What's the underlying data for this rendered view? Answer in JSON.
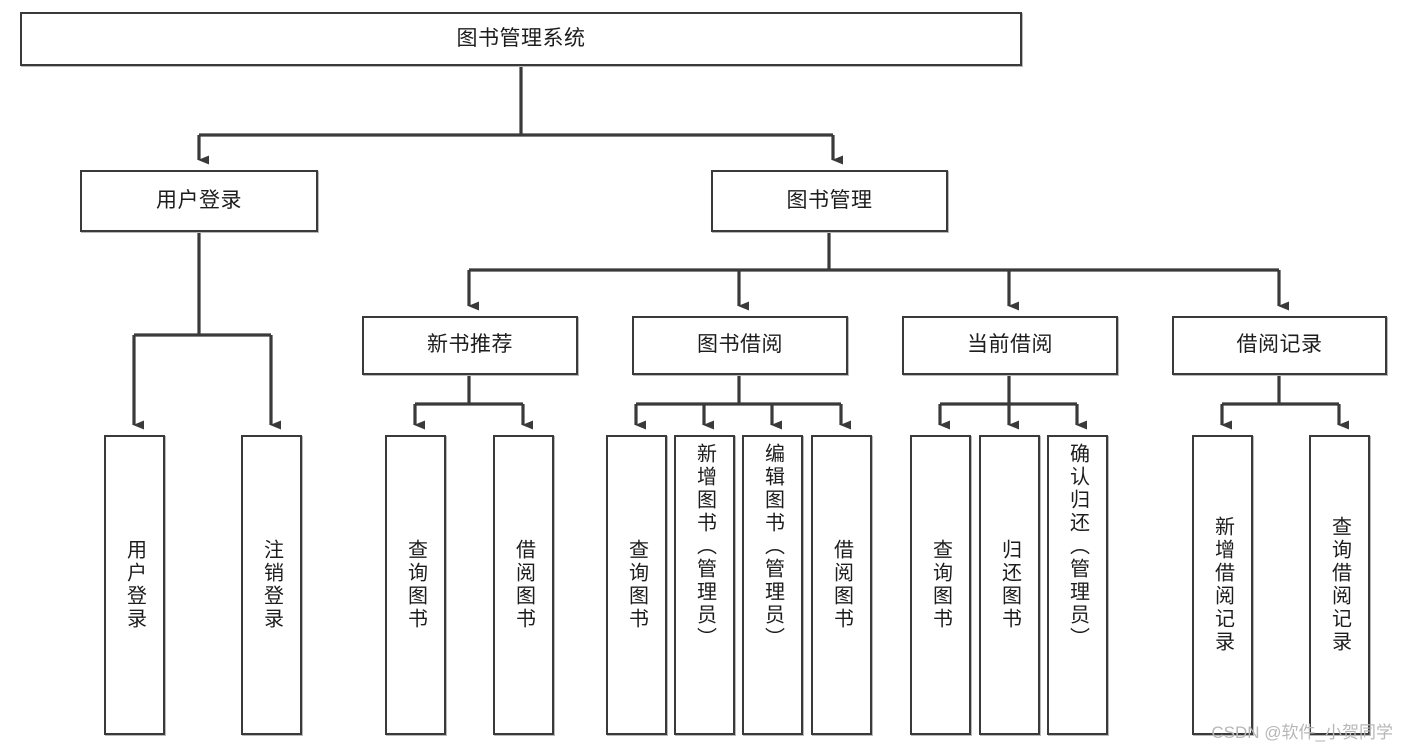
{
  "diagram": {
    "title": "图书管理系统",
    "type": "hierarchy-tree",
    "watermark": "CSDN @软件_小贺同学",
    "colors": {
      "box_border": "#3a3a3a",
      "box_fill": "#ffffff",
      "edge": "#3a3a3a",
      "text": "#1d1d1d",
      "watermark": "#b7b7b7"
    }
  },
  "nodes": {
    "root": {
      "label": "图书管理系统",
      "level": 1
    },
    "level2": [
      {
        "id": "user-login",
        "label": "用户登录"
      },
      {
        "id": "book-manage",
        "label": "图书管理"
      }
    ],
    "level3": [
      {
        "id": "new-book-recommend",
        "label": "新书推荐"
      },
      {
        "id": "book-borrow",
        "label": "图书借阅"
      },
      {
        "id": "current-borrow",
        "label": "当前借阅"
      },
      {
        "id": "borrow-record",
        "label": "借阅记录"
      }
    ],
    "leaves": {
      "user-login": [
        {
          "id": "leaf-user-login",
          "label": "用户登录"
        },
        {
          "id": "leaf-logout-login",
          "label": "注销登录"
        }
      ],
      "new-book-recommend": [
        {
          "id": "leaf-query-book-1",
          "label": "查询图书"
        },
        {
          "id": "leaf-borrow-book-1",
          "label": "借阅图书"
        }
      ],
      "book-borrow": [
        {
          "id": "leaf-query-book-2",
          "label": "查询图书"
        },
        {
          "id": "leaf-add-book",
          "label": "新增图书（管理员）"
        },
        {
          "id": "leaf-edit-book",
          "label": "编辑图书（管理员）"
        },
        {
          "id": "leaf-borrow-book-2",
          "label": "借阅图书"
        }
      ],
      "current-borrow": [
        {
          "id": "leaf-query-book-3",
          "label": "查询图书"
        },
        {
          "id": "leaf-return-book",
          "label": "归还图书"
        },
        {
          "id": "leaf-confirm-return",
          "label": "确认归还（管理员）"
        }
      ],
      "borrow-record": [
        {
          "id": "leaf-add-record",
          "label": "新增借阅记录"
        },
        {
          "id": "leaf-query-record",
          "label": "查询借阅记录"
        }
      ]
    }
  }
}
